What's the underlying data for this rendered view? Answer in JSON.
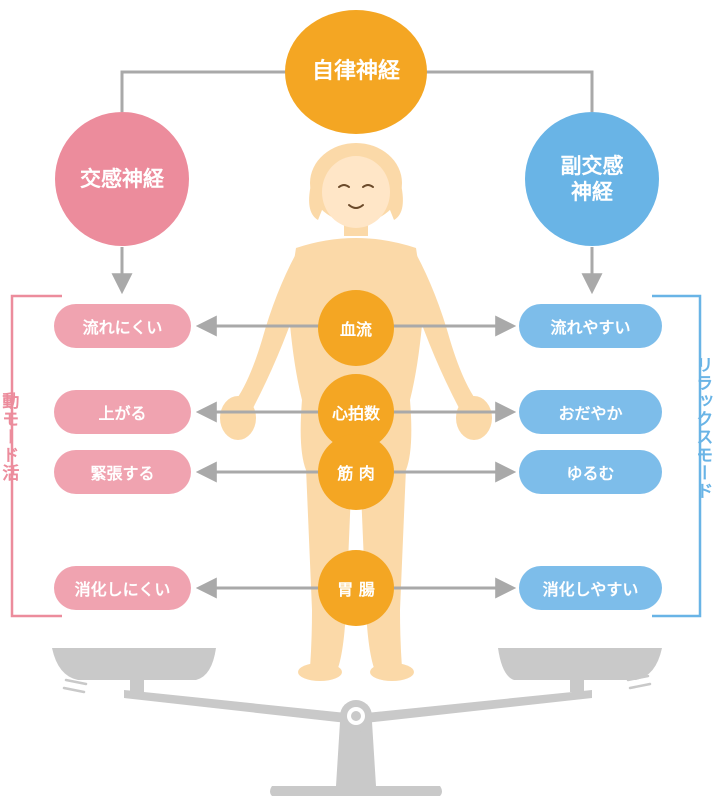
{
  "colors": {
    "orange": "#f4a623",
    "pink": "#ec8c9c",
    "pink_pill": "#f0a3b0",
    "blue": "#69b4e6",
    "blue_pill": "#7dbdea",
    "body": "#fbd9a8",
    "gray_line": "#a9a9a9",
    "scale": "#c9c9c9"
  },
  "autonomic": {
    "label": "自律神経"
  },
  "sympathetic": {
    "label": "交感神経"
  },
  "parasympathetic": {
    "line1": "副交感",
    "line2": "神経"
  },
  "left_mode": {
    "line1": "活",
    "line2": "動モード"
  },
  "right_mode": {
    "label": "リラックスモード"
  },
  "rows": [
    {
      "center": "血流",
      "left": "流れにくい",
      "right": "流れやすい"
    },
    {
      "center": "心拍数",
      "left": "上がる",
      "right": "おだやか"
    },
    {
      "center": "筋 肉",
      "left": "緊張する",
      "right": "ゆるむ"
    },
    {
      "center": "胃 腸",
      "left": "消化しにくい",
      "right": "消化しやすい"
    }
  ]
}
